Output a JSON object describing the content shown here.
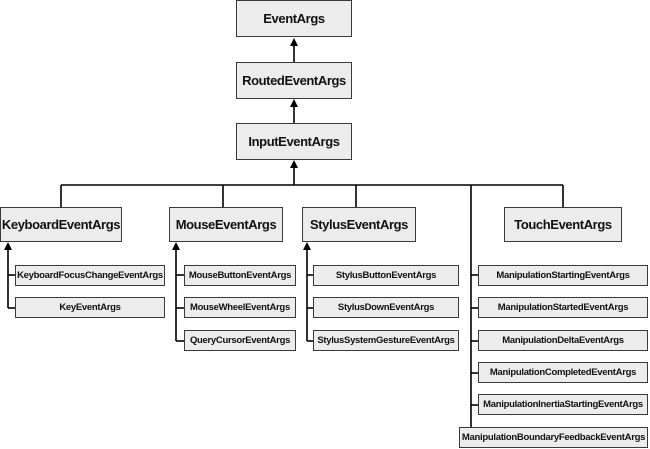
{
  "nodes": {
    "event_args": "EventArgs",
    "routed_event_args": "RoutedEventArgs",
    "input_event_args": "InputEventArgs",
    "keyboard_event_args": "KeyboardEventArgs",
    "mouse_event_args": "MouseEventArgs",
    "stylus_event_args": "StylusEventArgs",
    "touch_event_args": "TouchEventArgs",
    "keyboard_children": [
      "KeyboardFocusChangeEventArgs",
      "KeyEventArgs"
    ],
    "mouse_children": [
      "MouseButtonEventArgs",
      "MouseWheelEventArgs",
      "QueryCursorEventArgs"
    ],
    "stylus_children": [
      "StylusButtonEventArgs",
      "StylusDownEventArgs",
      "StylusSystemGestureEventArgs"
    ],
    "manipulation_children": [
      "ManipulationStartingEventArgs",
      "ManipulationStartedEventArgs",
      "ManipulationDeltaEventArgs",
      "ManipulationCompletedEventArgs",
      "ManipulationInertiaStartingEventArgs",
      "ManipulationBoundaryFeedbackEventArgs"
    ]
  }
}
